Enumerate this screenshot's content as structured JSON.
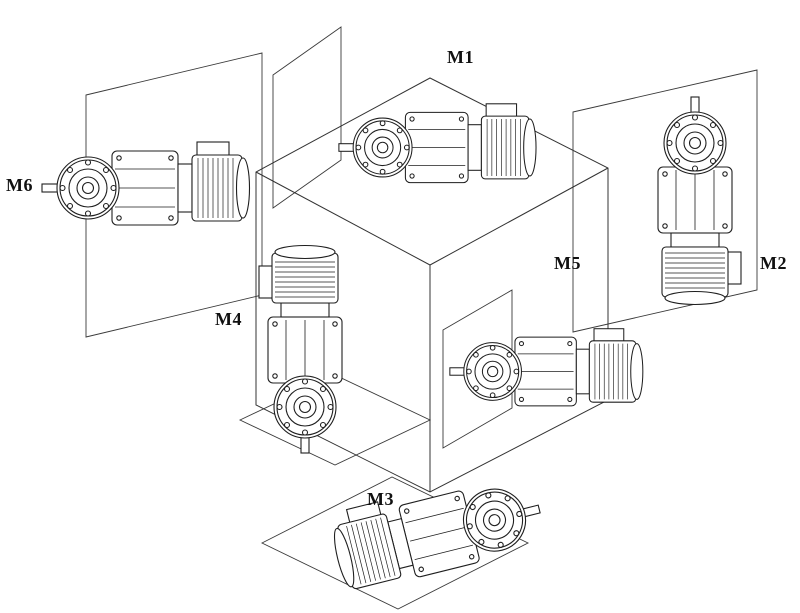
{
  "colors": {
    "background": "#ffffff",
    "line": "#1f1f1f",
    "plane_line": "#3a3a3a",
    "label_text": "#111111"
  },
  "diagram": {
    "type": "technical-line-drawing",
    "description": "Six helical gearmotor mounting positions (M1-M6) arranged around an isometric cube, each shown on its mounting plane",
    "positions": [
      {
        "id": "m1",
        "label": "M1",
        "placement": "top",
        "orientation": "horizontal, output shaft pointing left"
      },
      {
        "id": "m2",
        "label": "M2",
        "placement": "right",
        "orientation": "vertical, output shaft pointing up"
      },
      {
        "id": "m3",
        "label": "M3",
        "placement": "bottom",
        "orientation": "tilted horizontal, output flange upper-right"
      },
      {
        "id": "m4",
        "label": "M4",
        "placement": "center-left",
        "orientation": "vertical, motor on top, output shaft pointing down"
      },
      {
        "id": "m5",
        "label": "M5",
        "placement": "center",
        "orientation": "horizontal, output shaft pointing left"
      },
      {
        "id": "m6",
        "label": "M6",
        "placement": "left",
        "orientation": "horizontal, output shaft pointing left"
      }
    ]
  }
}
